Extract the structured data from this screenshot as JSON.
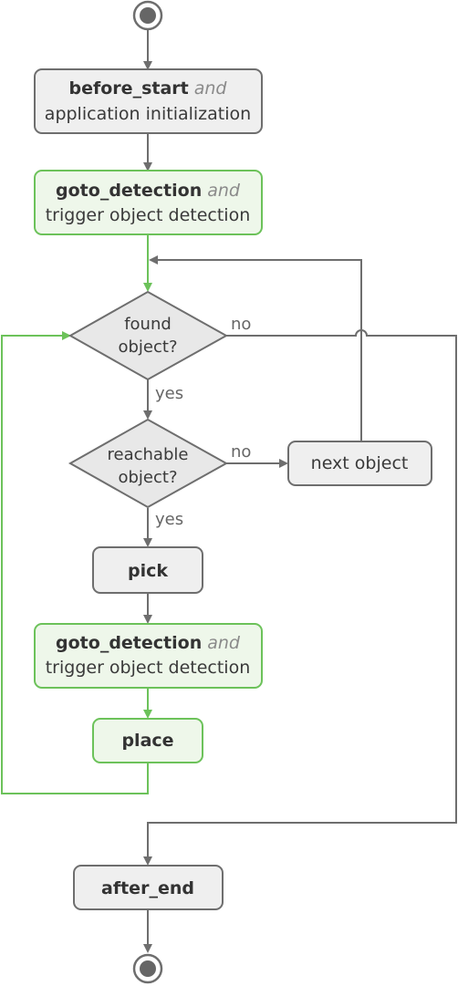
{
  "colors": {
    "box_fill": "#efefef",
    "box_stroke": "#6e6e6e",
    "green_fill": "#eef7ea",
    "green_stroke": "#6cc25a",
    "arrow_gray": "#6e6e6e",
    "arrow_green": "#6cc25a"
  },
  "nodes": {
    "before_start": {
      "name": "before_start",
      "conj": "and",
      "line2": "application initialization"
    },
    "goto_detection_1": {
      "name": "goto_detection",
      "conj": "and",
      "line2": "trigger object detection"
    },
    "found_object": {
      "line1": "found",
      "line2": "object?"
    },
    "reachable_object": {
      "line1": "reachable",
      "line2": "object?"
    },
    "next_object": {
      "label": "next object"
    },
    "pick": {
      "label": "pick"
    },
    "goto_detection_2": {
      "name": "goto_detection",
      "conj": "and",
      "line2": "trigger object detection"
    },
    "place": {
      "label": "place"
    },
    "after_end": {
      "label": "after_end"
    }
  },
  "edge_labels": {
    "found_no": "no",
    "found_yes": "yes",
    "reachable_no": "no",
    "reachable_yes": "yes"
  }
}
